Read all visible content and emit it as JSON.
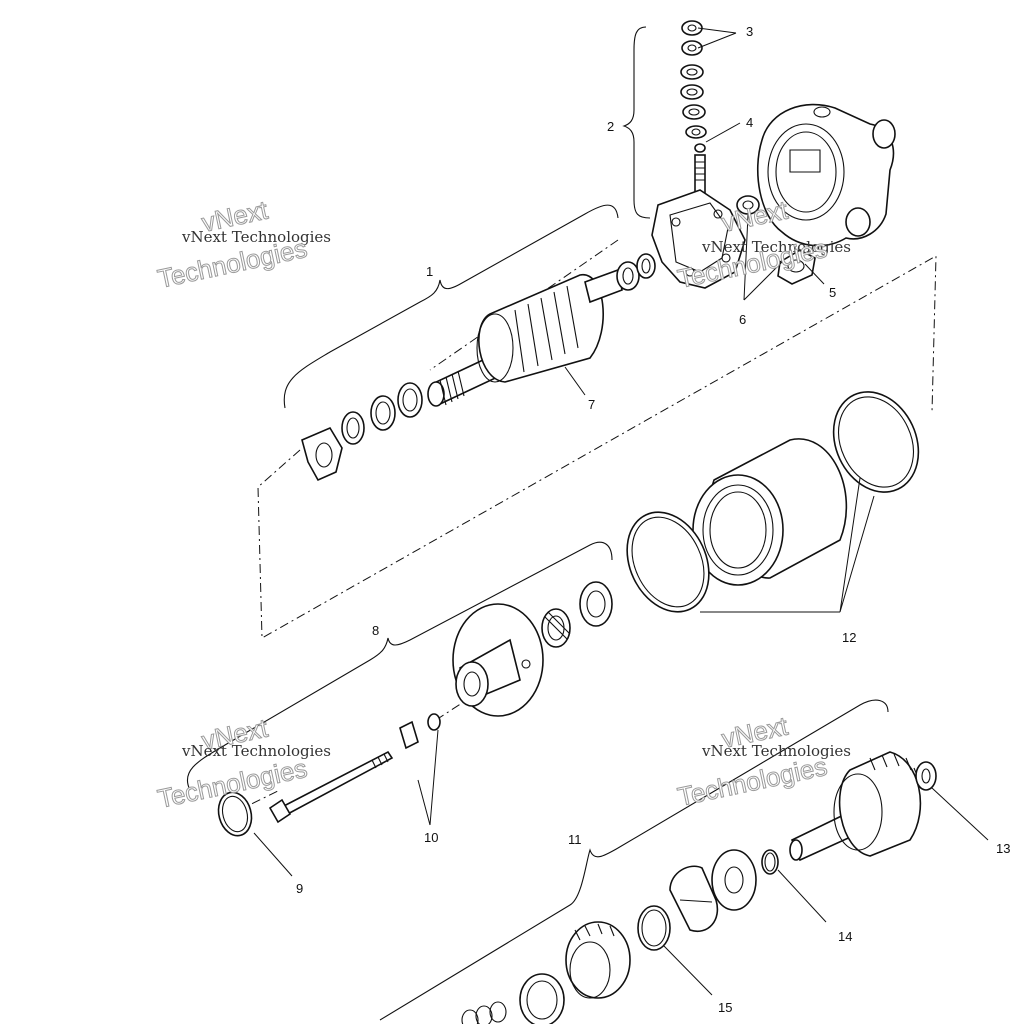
{
  "callouts": [
    "1",
    "2",
    "3",
    "4",
    "5",
    "6",
    "7",
    "8",
    "9",
    "10",
    "11",
    "12",
    "13",
    "14",
    "15"
  ],
  "watermark": {
    "line_small": "vNext Technologies",
    "line_big_1": "vNext",
    "line_big_2": "Technologies"
  }
}
